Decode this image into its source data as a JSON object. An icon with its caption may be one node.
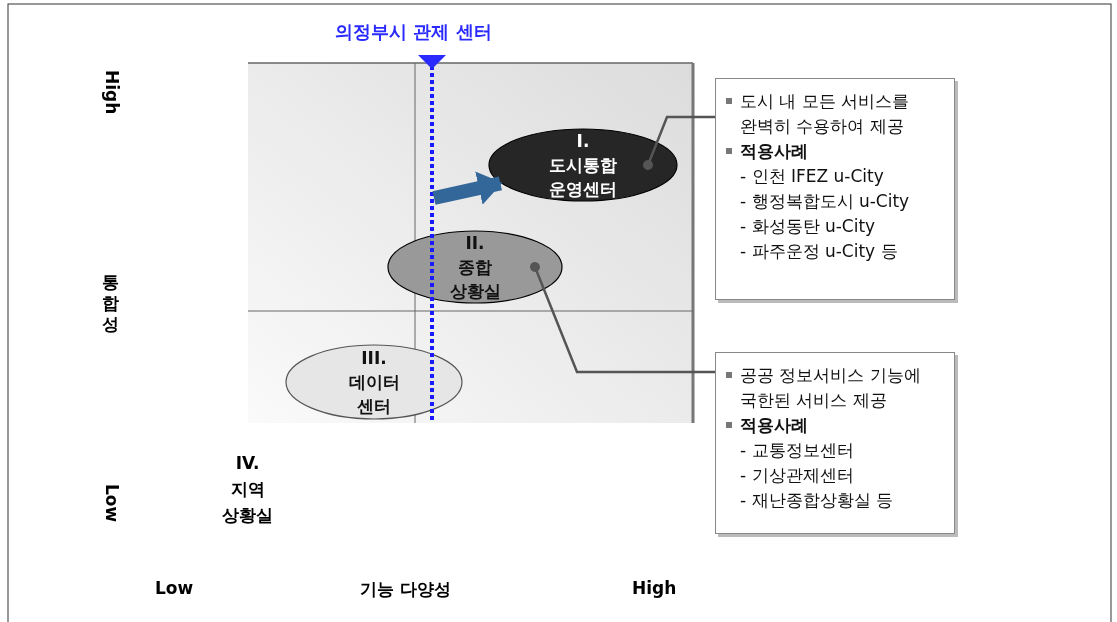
{
  "diagram": {
    "nodes": [
      {
        "text": [
          "I.도시통합 운영센터"
        ]
      },
      {
        "text": [
          "II.종합 상황실"
        ]
      },
      {
        "text": [
          "III.데이터 센터"
        ]
      },
      {
        "text": [
          "도시 내 모든 서비스를 완벽히 수용하여 제공",
          "적용사례",
          "- 인천 IFEZ u-City",
          "- 행정복합도시 u-City",
          "- 화성동탄 u-City",
          "- 파주운정 u-City 등"
        ]
      },
      {
        "text": [
          "공공 정보서비스 기능에 국한된 서비스 제공",
          "적용사례",
          "- 교통정보센터",
          "- 기상관제센터",
          "- 재난종합상황실 등"
        ]
      }
    ],
    "edges": [
      {
        "from": 0,
        "to": 3,
        "arrow": "other"
      },
      {
        "from": 1,
        "to": 4,
        "arrow": "other"
      },
      {
        "from": null,
        "to": 0,
        "arrow": "to",
        "style": "thick",
        "color": "#336699"
      }
    ],
    "labels": [
      "의정부시 관제 센터",
      "High",
      "통합성",
      "Low",
      "IV.지역 상황실",
      "Low",
      "기능 다양성",
      "High"
    ]
  }
}
